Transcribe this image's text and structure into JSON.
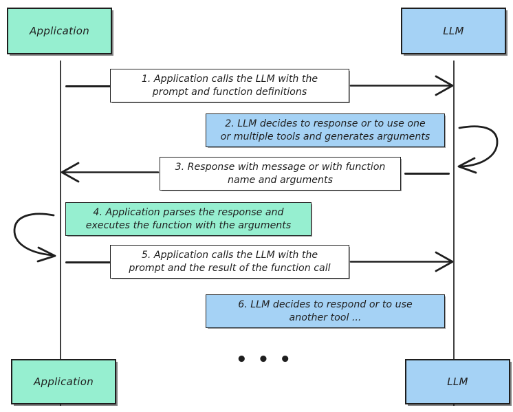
{
  "diagram": {
    "title": "LLM function calling sequence diagram",
    "background": "#ffffff",
    "colors": {
      "application_fill": "#96efd0",
      "llm_fill": "#a5d2f5",
      "stroke": "#1e1e1e",
      "message_fill": "#ffffff"
    },
    "actors": {
      "application_top": {
        "label": "Application"
      },
      "llm_top": {
        "label": "LLM"
      },
      "application_bottom": {
        "label": "Application"
      },
      "llm_bottom": {
        "label": "LLM"
      }
    },
    "messages": [
      {
        "id": "1",
        "text": "1. Application calls the LLM with the\nprompt and function definitions",
        "style": "white",
        "direction": "application-to-llm"
      },
      {
        "id": "2",
        "text": "2. LLM decides to response or to use one\nor multiple tools and generates arguments",
        "style": "blue",
        "direction": "llm-self"
      },
      {
        "id": "3",
        "text": "3. Response with message or with function\nname and arguments",
        "style": "white",
        "direction": "llm-to-application"
      },
      {
        "id": "4",
        "text": "4. Application parses the response and\nexecutes the function with the arguments",
        "style": "green",
        "direction": "application-self"
      },
      {
        "id": "5",
        "text": "5. Application calls the LLM with the\nprompt and the result of the function call",
        "style": "white",
        "direction": "application-to-llm"
      },
      {
        "id": "6",
        "text": "6. LLM decides to respond or to use\nanother tool ...",
        "style": "blue",
        "direction": "llm-self"
      }
    ],
    "ellipsis": {
      "text": "• • •"
    }
  }
}
